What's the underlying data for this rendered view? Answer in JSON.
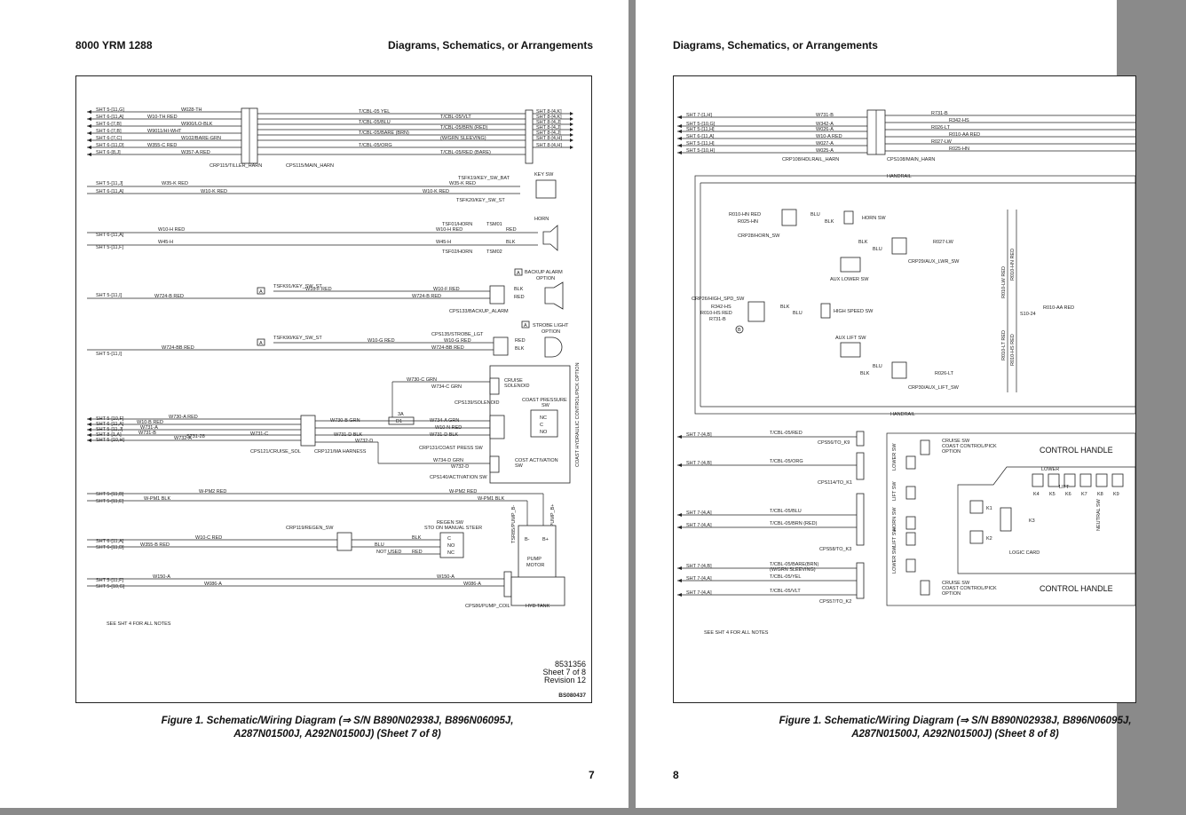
{
  "left_page": {
    "header_left": "8000 YRM 1288",
    "header_right": "Diagrams, Schematics, or Arrangements",
    "caption_line1": "Figure 1.  Schematic/Wiring Diagram (⇒ S/N B890N02938J, B896N06095J,",
    "caption_line2": "A287N01500J, A292N01500J) (Sheet 7 of 8)",
    "page_number": "7",
    "diagram": {
      "top_refs": [
        "SHT 5-[11,G]",
        "SHT 6-[11,A]",
        "SHT 6-[7,B]",
        "SHT 6-[7,B]",
        "SHT 6-[7,C]",
        "SHT 6-[11,D]",
        "SHT 6-[8,J]"
      ],
      "top_wires": [
        "W028-TH",
        "W10-TH RED",
        "W900/LO-BLK",
        "W9011/HI-WHT",
        "W102/BARE-GRN",
        "W355-C RED",
        "W357-A RED"
      ],
      "top_right_wires": [
        "T/CBL-05 YEL",
        "T/CBL-05/VLT",
        "T/CBL-05/BLU",
        "T/CBL-05/BRN (RED)",
        "T/CBL-05/BARE (BRN)",
        "(W/GRN SLEEVING)",
        "T/CBL-05/ORG",
        "T/CBL-05/RED (BARE)"
      ],
      "right_refs": [
        "SHT 8-[4,K]",
        "SHT 8-[4,K]",
        "SHT 8-[4,J]",
        "SHT 8-[4,J]",
        "SHT 8-[4,J]",
        "SHT 8-[4,H]",
        "SHT 8-[4,H]"
      ],
      "conn1": "CRP115/TILLER_HARN",
      "conn2": "CPS115/MAIN_HARN",
      "keysw": {
        "refs": [
          "SHT 5-[11,J]",
          "SHT 6-[11,A]"
        ],
        "wires": [
          "W35-K RED",
          "W10-K RED"
        ],
        "right_wires": [
          "W35-K RED",
          "W10-K RED"
        ],
        "conn_top": "TSFK19/KEY_SW_BAT",
        "conn_bot": "TSFK20/KEY_SW_ST",
        "label": "KEY SW"
      },
      "horn": {
        "refs": [
          "SHT 6-[11,A]",
          "SHT 5-[11,F]"
        ],
        "wires": [
          "W10-H RED",
          "W45-H"
        ],
        "right_wires": [
          "W10-H RED",
          "W45-H"
        ],
        "colors": [
          "RED",
          "BLK"
        ],
        "conn_top": "TSF01/HORN",
        "conn_bot": "TSF02/HORN",
        "tsm_top": "TSM01",
        "tsm_bot": "TSM02",
        "label": "HORN"
      },
      "backup": {
        "ref": "SHT 5-[11,I]",
        "wire": "W724-B RED",
        "conn": "TSFK91/KEY_SW_ST",
        "wire2": "W10-F RED",
        "right_wires": [
          "W10-F RED",
          "W724-B RED"
        ],
        "colors": [
          "BLK",
          "RED"
        ],
        "conn_name": "CPS133/BACKUP_ALARM",
        "label1": "BACKUP ALARM",
        "label2": "OPTION",
        "tag": "A"
      },
      "strobe": {
        "ref": "SHT 5-[11,I]",
        "wire": "W724-BB RED",
        "conn": "TSFK90/KEY_SW_ST",
        "wire2": "W10-G RED",
        "right_wires": [
          "W10-G RED",
          "W724-BB RED"
        ],
        "colors": [
          "RED",
          "BLK"
        ],
        "conn_name": "CPS135/STROBE_LGT",
        "label1": "STROBE LIGHT",
        "label2": "OPTION",
        "tag": "A"
      },
      "cruise": {
        "refs": [
          "SHT 5-[10,F]",
          "SHT 6-[11,A]",
          "SHT 5-[11,J]",
          "SHT 8-[1,A]",
          "SHT 5-[10,H]"
        ],
        "wires": [
          "W730-A RED",
          "W10-B RED",
          "W731-A",
          "W731-B",
          "W732-A"
        ],
        "splice": "S731-28",
        "mid_wires": [
          "W731-C",
          "W730-B GRN",
          "W731-D BLK",
          "W732-D"
        ],
        "conn_a": "CPS121/CRUISE_SOL",
        "conn_b": "CRP121/MA HARNESS",
        "fuse_top": "3A",
        "fuse": "D1",
        "sol_wires": [
          "W730-C GRN",
          "W734-C GRN"
        ],
        "sol_conn": "CPS139/SOLENOID",
        "sol_label1": "CRUISE",
        "sol_label2": "SOLENOID",
        "press_wires": [
          "W734-A GRN",
          "W10-N RED",
          "W731-D BLK"
        ],
        "press_conn": "CRP131/COAST PRESS SW",
        "press_label1": "COAST PRESSURE",
        "press_label2": "SW",
        "press_contacts": [
          "NC",
          "C",
          "NO"
        ],
        "act_wires": [
          "W734-D GRN",
          "W732-D"
        ],
        "act_conn": "CPS140/ACTIVATION SW",
        "act_label1": "COST ACTIVATION",
        "act_label2": "SW",
        "vertical_label": "COAST HYDRAULIC CONTROL/PICK OPTION"
      },
      "pump": {
        "refs": [
          "SHT 5-[11,B]",
          "SHT 5-[11,E]"
        ],
        "wires": [
          "W-PM2 RED",
          "W-PM1 BLK"
        ],
        "right_wires": [
          "W-PM2 RED",
          "W-PM1 BLK"
        ],
        "tsr_left": "TSR85/PUMP_B-",
        "tsr_right": "TSR86/PUMP_B+",
        "terms": [
          "B-",
          "B+"
        ],
        "label1": "PUMP",
        "label2": "MOTOR"
      },
      "regen": {
        "refs": [
          "SHT 6-[11,A]",
          "SHT 6-[11,D]"
        ],
        "wire": "W10-C RED",
        "wire2": "W355-B RED",
        "conn": "CRP119/REGEN_SW",
        "label1": "REGEN SW",
        "label2": "STO ON MANUAL STEER",
        "colors": [
          "BLK",
          "BLU",
          "RED"
        ],
        "contacts": [
          "C",
          "NO",
          "NC"
        ],
        "not_used": "NOT USED"
      },
      "coil": {
        "refs": [
          "SHT 5-[11,F]",
          "SHT 5-[10,G]"
        ],
        "wires": [
          "W150-A",
          "W086-A"
        ],
        "right_wires": [
          "W150-A",
          "W086-A"
        ],
        "conn": "CPS86/PUMP_COIL",
        "tank": "HYD TANK"
      },
      "notes": "SEE SHT 4 FOR ALL NOTES",
      "doc_no": "8531356",
      "sheet": "Sheet 7 of 8",
      "revision": "Revision 12",
      "bs_no": "BS080437"
    }
  },
  "right_page": {
    "header_left": "Diagrams, Schematics, or Arrangements",
    "caption_line1": "Figure 1.  Schematic/Wiring Diagram (⇒ S/N B890N02938J, B896N06095J,",
    "caption_line2": "A287N01500J, A292N01500J) (Sheet 8 of 8)",
    "page_number": "8",
    "diagram": {
      "top_refs": [
        "SHT 7-[1,H]",
        "SHT 5-[10,G]",
        "SHT 5-[11,H]",
        "SHT 6-[11,A]",
        "SHT 5-[11,H]",
        "SHT 5-[10,H]"
      ],
      "top_wires": [
        "W731-B",
        "W342-A",
        "W026-A",
        "W10-A RED",
        "W027-A",
        "W025-A"
      ],
      "top_right_wires": [
        "R731-B",
        "R342-HS",
        "R026-LT",
        "R010-AA RED",
        "R027-LW",
        "R025-HN"
      ],
      "conn1": "CRP108/HDLRAIL_HARN",
      "conn2": "CPS108/MAIN_HARN",
      "handrail": "HANDRAIL",
      "horn_sw": {
        "wires": [
          "R010-HN RED",
          "R025-HN"
        ],
        "colors": [
          "BLU",
          "BLK"
        ],
        "conn": "CRP28/HORN_SW",
        "label": "HORN SW"
      },
      "lower_sw": {
        "colors": [
          "BLK",
          "BLU"
        ],
        "wire": "R027-LW",
        "conn": "CRP29/AUX_LWR_SW",
        "label": "AUX LOWER SW"
      },
      "high_speed": {
        "conn": "CRP26/HIGH_SPD_SW",
        "wires": [
          "R342-HS",
          "R010-HS RED",
          "R731-B"
        ],
        "colors": [
          "BLK",
          "BLU"
        ],
        "label": "HIGH SPEED SW",
        "tag": "B"
      },
      "splice": {
        "wire": "R010-AA RED",
        "name": "S10-24"
      },
      "vertical_wires": [
        "R010-LW RED",
        "R010-HN RED",
        "R010-LT RED",
        "R010-HS RED"
      ],
      "lift_sw": {
        "label": "AUX LIFT SW",
        "colors": [
          "BLU",
          "BLK"
        ],
        "wire": "R026-LT",
        "conn": "CRP30/AUX_LIFT_SW"
      },
      "lower_block": {
        "refs": [
          "SHT 7-[4,B]",
          "SHT 7-[4,B]",
          "SHT 7-[4,A]",
          "SHT 7-[4,A]",
          "SHT 7-[4,B]",
          "SHT 7-[4,A]",
          "SHT 7-[4,A]"
        ],
        "wires": [
          "T/CBL-05/RED",
          "T/CBL-05/ORG",
          "T/CBL-05/BLU",
          "T/CBL-05/BRN (RED)",
          "T/CBL-05/BARE(BRN)",
          "(W/GRN SLEEVING)",
          "T/CBL-05/YEL",
          "T/CBL-05/VLT"
        ],
        "conns": [
          "CPS56/TO_K9",
          "CPS114/TO_K1",
          "CPS58/TO_K3",
          "CPS57/TO_K2"
        ]
      },
      "control": {
        "cruise_top": [
          "CRUISE SW",
          "COAST CONTROL/PICK",
          "OPTION"
        ],
        "cruise_bot": [
          "CRUISE SW",
          "COAST CONTROL/PICK",
          "OPTION"
        ],
        "handle_top": "CONTROL HANDLE",
        "handle_bot": "CONTROL HANDLE",
        "switches": [
          "LOWER SW",
          "LIFT SW",
          "HORN SW",
          "LIFT SW",
          "LOWER SW"
        ],
        "relays": [
          "K4",
          "K5",
          "K6",
          "K7",
          "K8",
          "K9"
        ],
        "lower": "LOWER",
        "lift": "LIFT",
        "k1": "K1",
        "k2": "K2",
        "k3": "K3",
        "logic": "LOGIC CARD",
        "neutral": "NEUTRAL SW"
      },
      "notes": "SEE SHT 4 FOR ALL NOTES"
    }
  }
}
